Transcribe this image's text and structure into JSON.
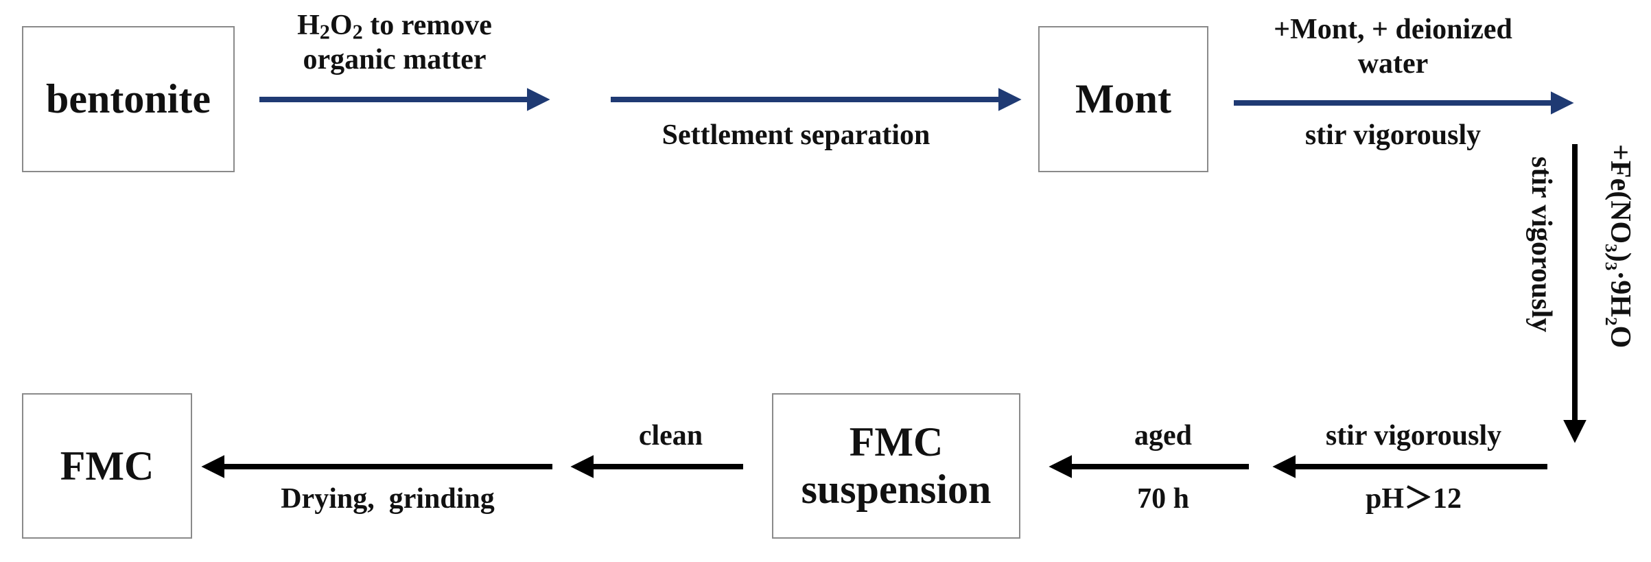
{
  "nodes": {
    "bentonite": "bentonite",
    "mont": "Mont",
    "fmc_suspension_line1": "FMC",
    "fmc_suspension_line2": "suspension",
    "fmc": "FMC"
  },
  "edges": {
    "e1_above_line1_pre": "H",
    "e1_above_line1_sub1": "2",
    "e1_above_line1_mid": "O",
    "e1_above_line1_sub2": "2",
    "e1_above_line1_post": " to remove",
    "e1_above_line2": "organic matter",
    "e2_below": "Settlement separation",
    "e3_above_line1": "+Mont, + deionized",
    "e3_above_line2": "water",
    "e3_below": "stir vigorously",
    "e4_outer": "+Fe(NO₃)₃·9H₂O",
    "e4_inner": "stir vigorously",
    "e5_above": "stir vigorously",
    "e5_below": "pH＞12",
    "e6_above": "aged",
    "e6_below": "70 h",
    "e7_above": "clean",
    "e8_below": "Drying,  grinding"
  },
  "colors": {
    "arrow_blue": "#1f3a73",
    "arrow_black": "#000000",
    "box_border": "#8a8a8a"
  }
}
